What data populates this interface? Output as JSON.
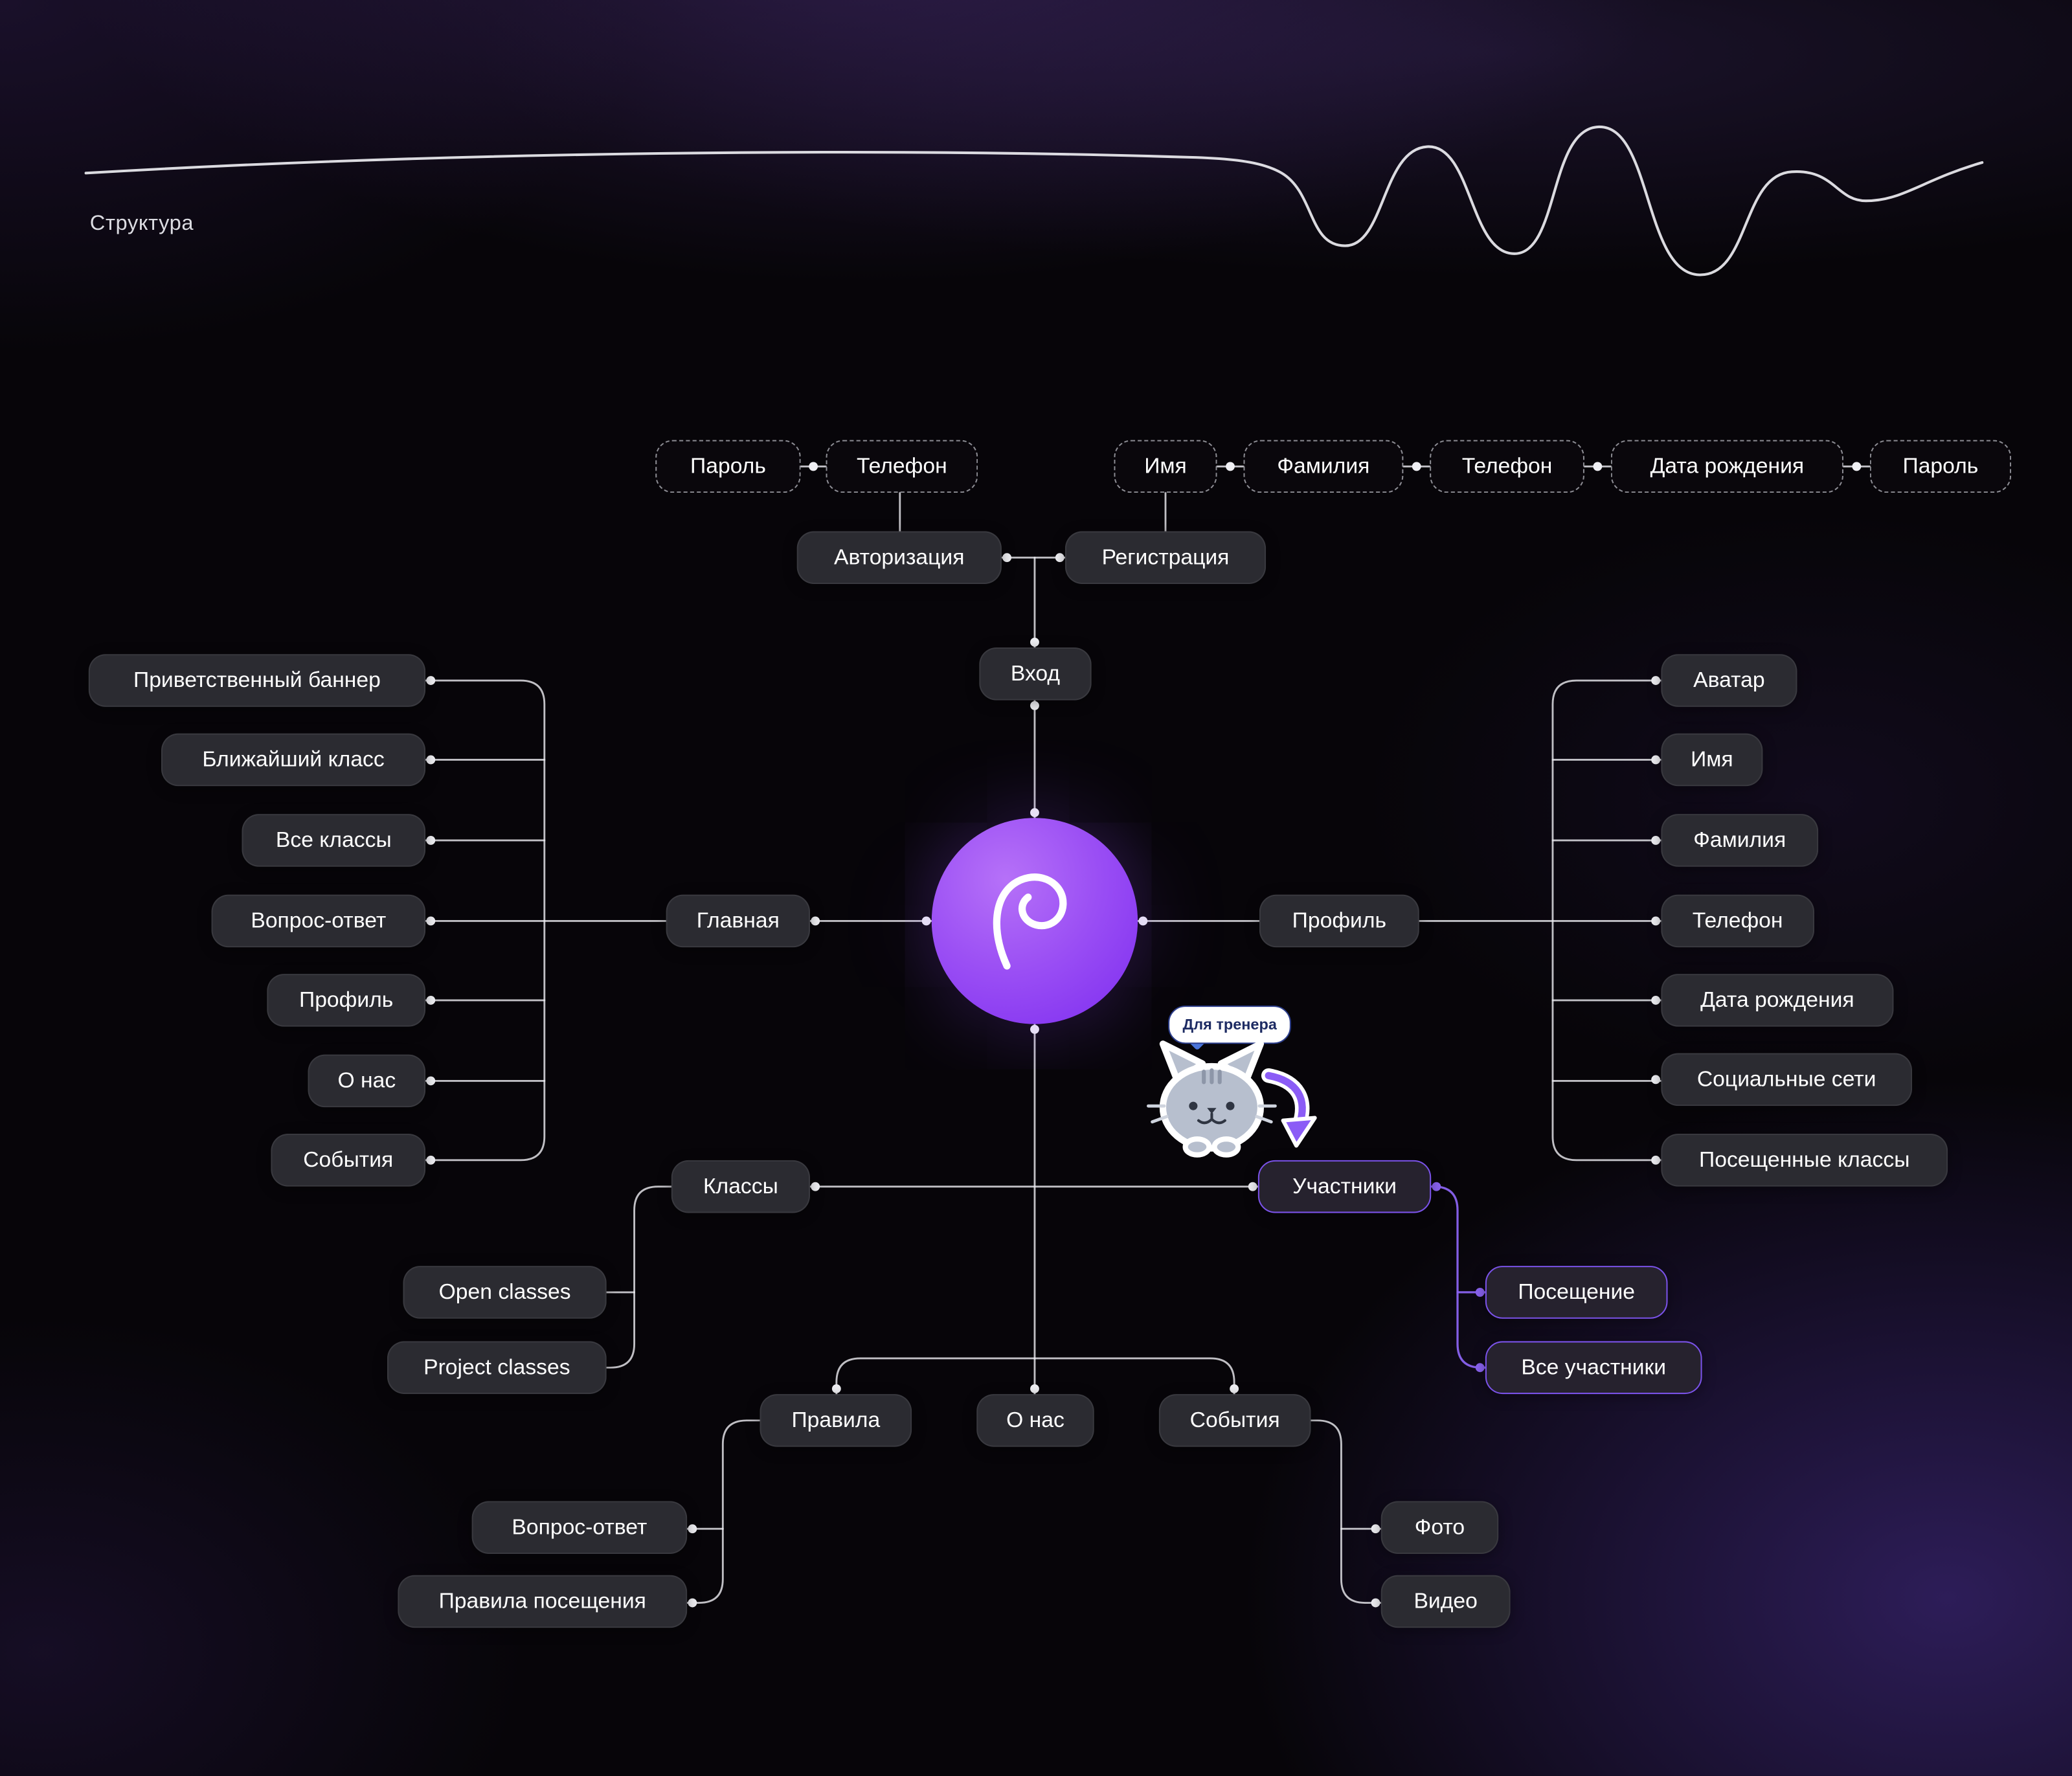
{
  "title": "Структура",
  "entry": {
    "label": "Вход",
    "auth": {
      "label": "Авторизация",
      "fields": [
        "Пароль",
        "Телефон"
      ]
    },
    "register": {
      "label": "Регистрация",
      "fields": [
        "Имя",
        "Фамилия",
        "Телефон",
        "Дата рождения",
        "Пароль"
      ]
    }
  },
  "home": {
    "label": "Главная",
    "children": [
      "Приветственный баннер",
      "Ближайший класс",
      "Все классы",
      "Вопрос-ответ",
      "Профиль",
      "О нас",
      "События"
    ]
  },
  "profile": {
    "label": "Профиль",
    "children": [
      "Аватар",
      "Имя",
      "Фамилия",
      "Телефон",
      "Дата рождения",
      "Социальные сети",
      "Посещенные классы"
    ]
  },
  "classes": {
    "label": "Классы",
    "children": [
      "Open classes",
      "Project classes"
    ]
  },
  "participants": {
    "label": "Участники",
    "children": [
      "Посещение",
      "Все участники"
    ],
    "note": "Для тренера"
  },
  "rules": {
    "label": "Правила",
    "children": [
      "Вопрос-ответ",
      "Правила посещения"
    ]
  },
  "about": {
    "label": "О нас"
  },
  "events": {
    "label": "События",
    "children": [
      "Фото",
      "Видео"
    ]
  },
  "colors": {
    "accent": "#8a63f0",
    "line": "#e9e9ee",
    "node_bg": "#2b2b31"
  }
}
